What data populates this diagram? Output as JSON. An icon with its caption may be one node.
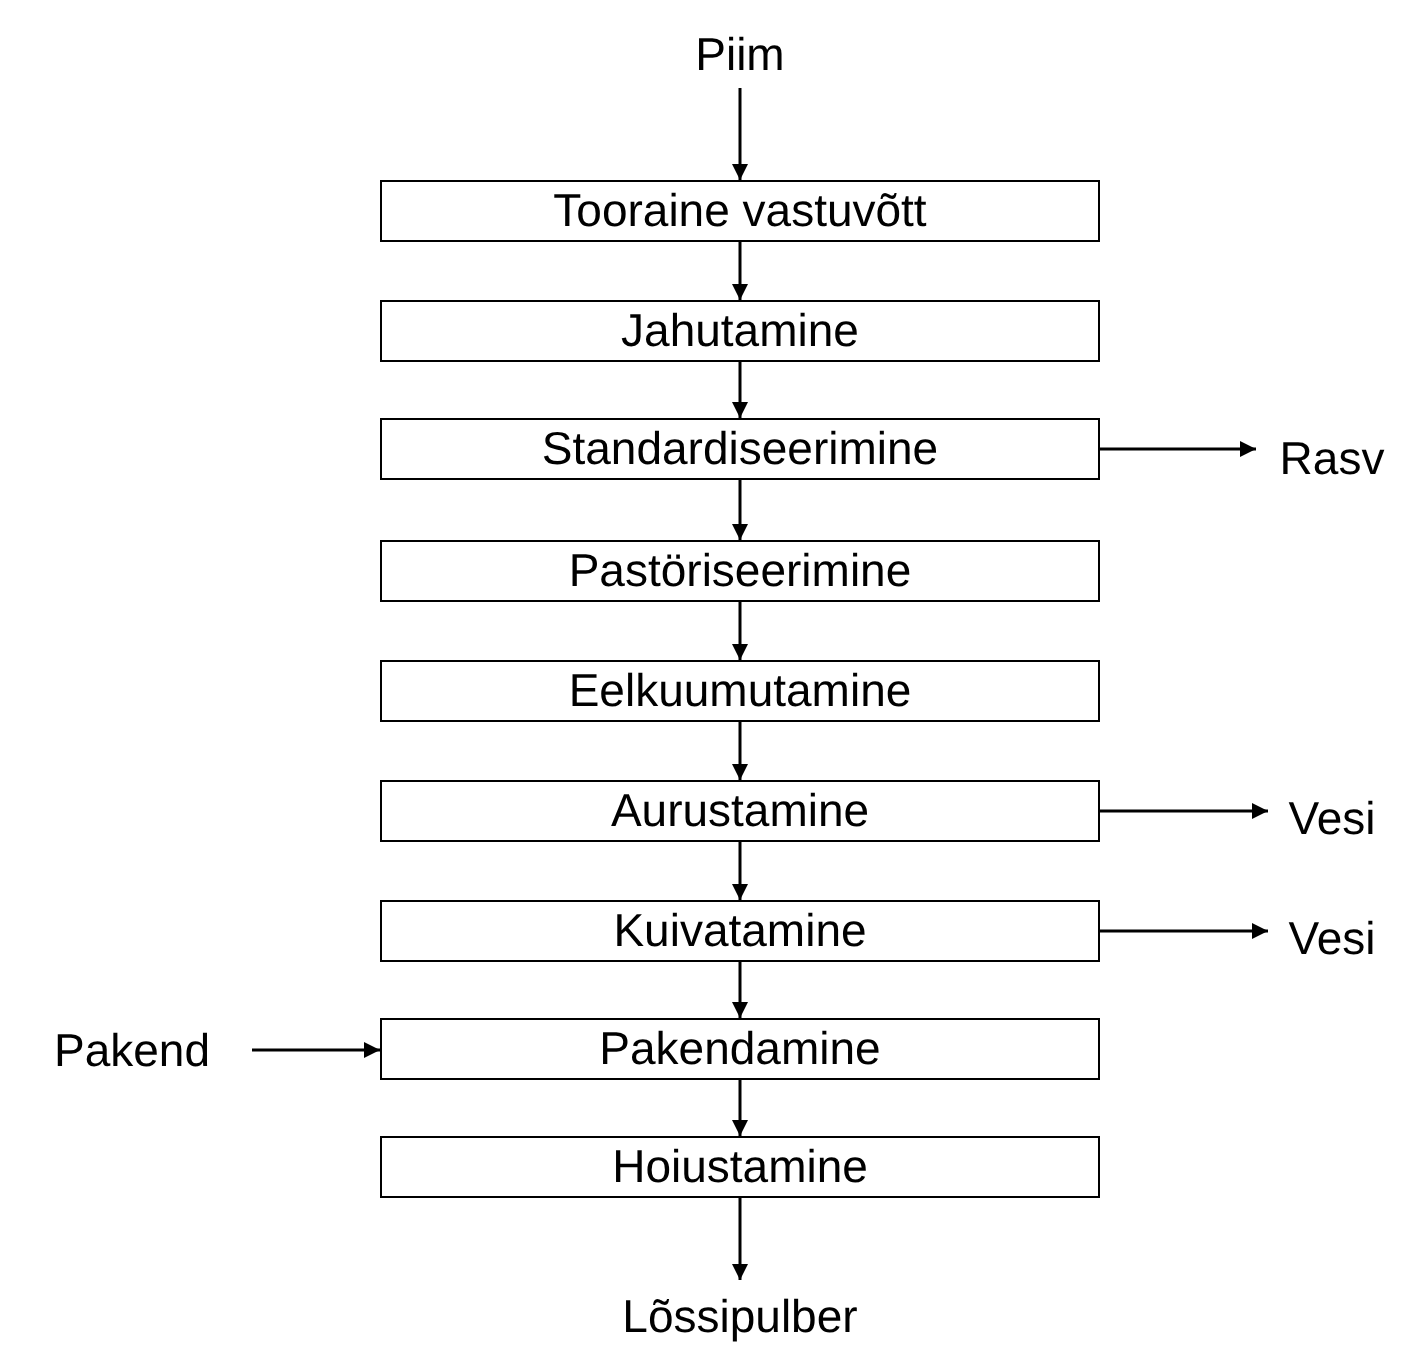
{
  "diagram": {
    "nodes": [
      {
        "text": [
          "Piim"
        ]
      },
      {
        "text": [
          "Tooraine vastuvõtt"
        ]
      },
      {
        "text": [
          "Jahutamine"
        ]
      },
      {
        "text": [
          "Standardiseerimine"
        ]
      },
      {
        "text": [
          "Pastöriseerimine"
        ]
      },
      {
        "text": [
          "Eelkuumutamine"
        ]
      },
      {
        "text": [
          "Aurustamine"
        ]
      },
      {
        "text": [
          "Kuivatamine"
        ]
      },
      {
        "text": [
          "Pakendamine"
        ]
      },
      {
        "text": [
          "Hoiustamine"
        ]
      },
      {
        "text": [
          "Rasv"
        ]
      },
      {
        "text": [
          "Vesi"
        ]
      },
      {
        "text": [
          "Vesi"
        ]
      },
      {
        "text": [
          "Pakend"
        ]
      },
      {
        "text": [
          "Lõssipulber"
        ]
      }
    ],
    "edges": [
      {
        "from": 0,
        "to": 1,
        "arrow": "to"
      },
      {
        "from": 1,
        "to": 2,
        "arrow": "to"
      },
      {
        "from": 2,
        "to": 3,
        "arrow": "to"
      },
      {
        "from": 3,
        "to": 4,
        "arrow": "to"
      },
      {
        "from": 4,
        "to": 5,
        "arrow": "to"
      },
      {
        "from": 5,
        "to": 6,
        "arrow": "to"
      },
      {
        "from": 6,
        "to": 7,
        "arrow": "to"
      },
      {
        "from": 7,
        "to": 8,
        "arrow": "to"
      },
      {
        "from": 8,
        "to": 9,
        "arrow": "to"
      },
      {
        "from": 3,
        "to": 10,
        "arrow": "to"
      },
      {
        "from": 6,
        "to": 11,
        "arrow": "to"
      },
      {
        "from": 7,
        "to": 12,
        "arrow": "to"
      },
      {
        "from": 13,
        "to": 8,
        "arrow": "to"
      },
      {
        "from": 9,
        "to": 14,
        "arrow": "to"
      }
    ]
  }
}
